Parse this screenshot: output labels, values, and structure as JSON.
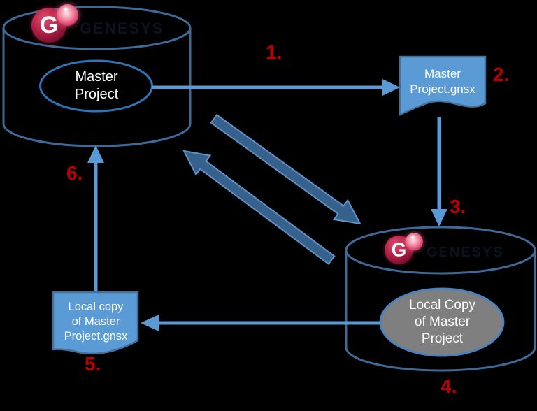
{
  "diagram": {
    "type": "flow-diagram",
    "background_color": "#000000",
    "colors": {
      "thin_arrow": "#5b9bd5",
      "thick_arrow_fill": "#35618c",
      "thick_arrow_stroke": "#6291c3",
      "cylinder_stroke": "#3d6a99",
      "document_fill": "#5b9bd5",
      "document_stroke": "#41719c",
      "master_ellipse_stroke": "#2e75b6",
      "local_ellipse_fill": "#7f7f7f",
      "local_ellipse_stroke": "#4a82c0",
      "step_label_color": "#c00000",
      "label_text_color": "#ffffff"
    },
    "logo": {
      "letter": "G",
      "wordmark": "GENESYS",
      "sparkle_glyph": "✦"
    },
    "nodes": {
      "master_repo": {
        "line1": "Master",
        "line2": "Project"
      },
      "master_export": {
        "line1": "Master",
        "line2": "Project.gnsx"
      },
      "local_repo": {
        "line1": "Local Copy",
        "line2": "of Master",
        "line3": "Project"
      },
      "local_export": {
        "line1": "Local copy",
        "line2": "of Master",
        "line3": "Project.gnsx"
      }
    },
    "steps": [
      "1.",
      "2.",
      "3.",
      "4.",
      "5.",
      "6."
    ]
  }
}
